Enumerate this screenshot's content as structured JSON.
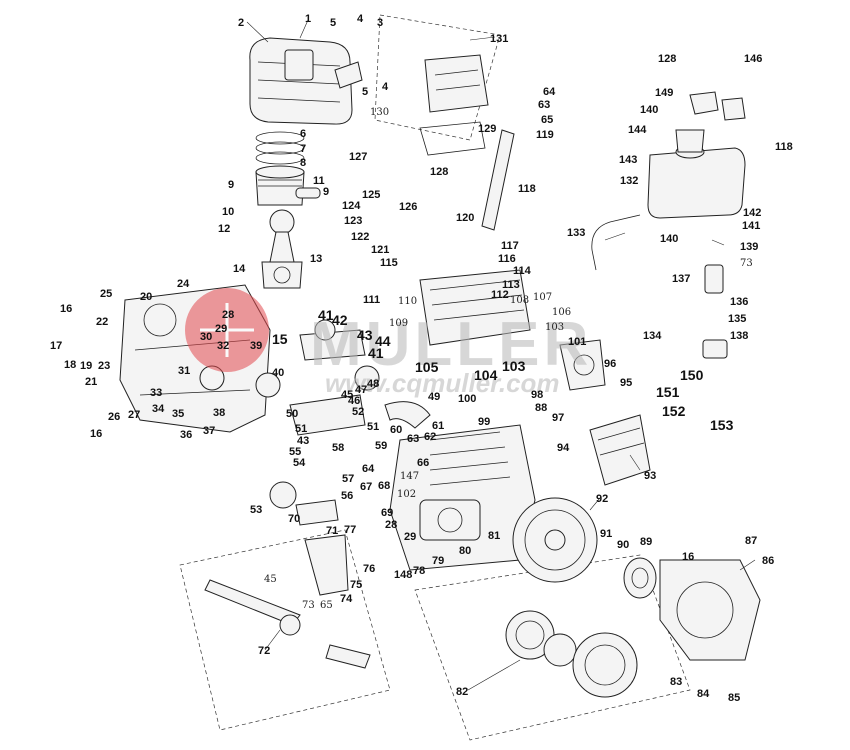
{
  "watermark": {
    "brand": "MULLER",
    "url": "www.cqmuller.com",
    "logo_color": "#e34a4f",
    "text_color": "#b8b8b8"
  },
  "labels": [
    {
      "id": "1"
    },
    {
      "id": "2"
    },
    {
      "id": "3"
    },
    {
      "id": "4"
    },
    {
      "id": "4b",
      "text": "4"
    },
    {
      "id": "5"
    },
    {
      "id": "5b",
      "text": "5"
    },
    {
      "id": "6"
    },
    {
      "id": "7"
    },
    {
      "id": "8"
    },
    {
      "id": "9"
    },
    {
      "id": "9b",
      "text": "9"
    },
    {
      "id": "10"
    },
    {
      "id": "11"
    },
    {
      "id": "12"
    },
    {
      "id": "13"
    },
    {
      "id": "14"
    },
    {
      "id": "15"
    },
    {
      "id": "16"
    },
    {
      "id": "16b",
      "text": "16"
    },
    {
      "id": "16c",
      "text": "16"
    },
    {
      "id": "17"
    },
    {
      "id": "18"
    },
    {
      "id": "19"
    },
    {
      "id": "20"
    },
    {
      "id": "21"
    },
    {
      "id": "22"
    },
    {
      "id": "23"
    },
    {
      "id": "24"
    },
    {
      "id": "25"
    },
    {
      "id": "26"
    },
    {
      "id": "27"
    },
    {
      "id": "28"
    },
    {
      "id": "28b",
      "text": "28"
    },
    {
      "id": "29"
    },
    {
      "id": "29b",
      "text": "29"
    },
    {
      "id": "30"
    },
    {
      "id": "31"
    },
    {
      "id": "32"
    },
    {
      "id": "33"
    },
    {
      "id": "34"
    },
    {
      "id": "35"
    },
    {
      "id": "36"
    },
    {
      "id": "37"
    },
    {
      "id": "38"
    },
    {
      "id": "39"
    },
    {
      "id": "40"
    },
    {
      "id": "41"
    },
    {
      "id": "41b",
      "text": "41"
    },
    {
      "id": "42"
    },
    {
      "id": "43"
    },
    {
      "id": "43b",
      "text": "43"
    },
    {
      "id": "44"
    },
    {
      "id": "45"
    },
    {
      "id": "45b",
      "text": "45"
    },
    {
      "id": "46"
    },
    {
      "id": "47"
    },
    {
      "id": "48"
    },
    {
      "id": "49"
    },
    {
      "id": "50"
    },
    {
      "id": "51"
    },
    {
      "id": "51b",
      "text": "51"
    },
    {
      "id": "52"
    },
    {
      "id": "53"
    },
    {
      "id": "54"
    },
    {
      "id": "55"
    },
    {
      "id": "56"
    },
    {
      "id": "57"
    },
    {
      "id": "58"
    },
    {
      "id": "59"
    },
    {
      "id": "60"
    },
    {
      "id": "61"
    },
    {
      "id": "62"
    },
    {
      "id": "63"
    },
    {
      "id": "63b",
      "text": "63"
    },
    {
      "id": "64"
    },
    {
      "id": "64b",
      "text": "64"
    },
    {
      "id": "65"
    },
    {
      "id": "65b",
      "text": "65"
    },
    {
      "id": "66"
    },
    {
      "id": "67"
    },
    {
      "id": "68"
    },
    {
      "id": "69"
    },
    {
      "id": "70"
    },
    {
      "id": "71"
    },
    {
      "id": "72"
    },
    {
      "id": "73"
    },
    {
      "id": "73b",
      "text": "73"
    },
    {
      "id": "74"
    },
    {
      "id": "75"
    },
    {
      "id": "76"
    },
    {
      "id": "77"
    },
    {
      "id": "78"
    },
    {
      "id": "79"
    },
    {
      "id": "80"
    },
    {
      "id": "81"
    },
    {
      "id": "82"
    },
    {
      "id": "83"
    },
    {
      "id": "84"
    },
    {
      "id": "85"
    },
    {
      "id": "86"
    },
    {
      "id": "87"
    },
    {
      "id": "88"
    },
    {
      "id": "89"
    },
    {
      "id": "90"
    },
    {
      "id": "91"
    },
    {
      "id": "92"
    },
    {
      "id": "93"
    },
    {
      "id": "94"
    },
    {
      "id": "95"
    },
    {
      "id": "96"
    },
    {
      "id": "97"
    },
    {
      "id": "98"
    },
    {
      "id": "99"
    },
    {
      "id": "100"
    },
    {
      "id": "101"
    },
    {
      "id": "102"
    },
    {
      "id": "103"
    },
    {
      "id": "103b",
      "text": "103"
    },
    {
      "id": "104"
    },
    {
      "id": "105"
    },
    {
      "id": "106"
    },
    {
      "id": "107"
    },
    {
      "id": "108"
    },
    {
      "id": "109"
    },
    {
      "id": "110"
    },
    {
      "id": "111"
    },
    {
      "id": "112"
    },
    {
      "id": "113"
    },
    {
      "id": "114"
    },
    {
      "id": "115"
    },
    {
      "id": "116"
    },
    {
      "id": "117"
    },
    {
      "id": "118"
    },
    {
      "id": "118b",
      "text": "118"
    },
    {
      "id": "119"
    },
    {
      "id": "120"
    },
    {
      "id": "121"
    },
    {
      "id": "122"
    },
    {
      "id": "123"
    },
    {
      "id": "124"
    },
    {
      "id": "125"
    },
    {
      "id": "126"
    },
    {
      "id": "127"
    },
    {
      "id": "128"
    },
    {
      "id": "128b",
      "text": "128"
    },
    {
      "id": "129"
    },
    {
      "id": "130"
    },
    {
      "id": "131"
    },
    {
      "id": "132"
    },
    {
      "id": "133"
    },
    {
      "id": "134"
    },
    {
      "id": "135"
    },
    {
      "id": "136"
    },
    {
      "id": "137"
    },
    {
      "id": "138"
    },
    {
      "id": "139"
    },
    {
      "id": "140"
    },
    {
      "id": "140b",
      "text": "140"
    },
    {
      "id": "141"
    },
    {
      "id": "142"
    },
    {
      "id": "143"
    },
    {
      "id": "144"
    },
    {
      "id": "146"
    },
    {
      "id": "147"
    },
    {
      "id": "148"
    },
    {
      "id": "149"
    },
    {
      "id": "150"
    },
    {
      "id": "151"
    },
    {
      "id": "152"
    },
    {
      "id": "153"
    }
  ]
}
